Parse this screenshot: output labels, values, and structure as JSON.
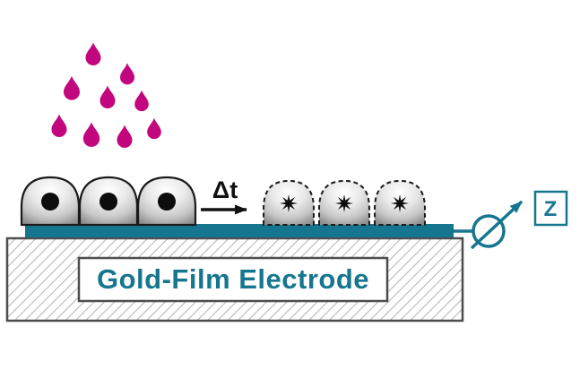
{
  "labels": {
    "delta_t": "Δt",
    "electrode": "Gold-Film Electrode",
    "impedance": "Z"
  },
  "colors": {
    "droplet": "#c2077e",
    "teal": "#17768f",
    "cell_outline": "#1a1a1a",
    "nucleus": "#0d0d0d",
    "base_border": "#4d4d4d",
    "hatch_line": "#b8b8b8",
    "label_box_fill": "#ffffff"
  },
  "counts": {
    "droplets": 9,
    "healthy_cells": 3,
    "affected_cells": 3
  }
}
